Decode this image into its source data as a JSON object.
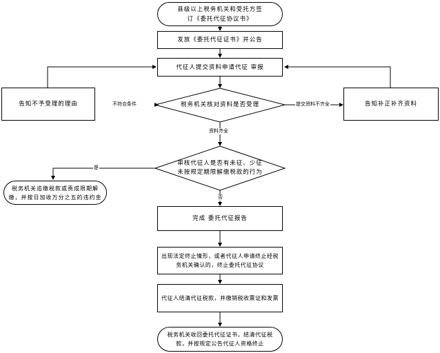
{
  "flowchart": {
    "nodes": {
      "start": "县级以上税务机关和受托方签订《委托代征协议书》",
      "issue_certificate": "发放《委托代征证书》并公告",
      "submit_materials": "代征人提交资料申请代征 审报",
      "review_decision": "税务机关核对资料是否受理",
      "notify_rejection": "告知不予受理的理由",
      "notify_supplement": "告知补正补齐资料",
      "check_violation": "审核代征人是否有未征、少征未按规定期限解缴税款的行为",
      "penalty": "税务机关追缴税款或责成限期解缴，并按日加收万分之五的违约金",
      "complete_report": "完成 委托代征报告",
      "terminate_agreement": "出现法定终止情形，或者代征人申请终止经税务机关确认的，终止委托代征协议",
      "settle_taxes": "代征人结清代征税款，并缴销税收票证和发票",
      "end": "税务机关收回委托代征证书，结清代征税款，并按规定公告代征人资格终止"
    },
    "edge_labels": {
      "not_qualified": "不符合条件",
      "incomplete": "提交资料不齐全",
      "complete": "资料齐全",
      "yes": "是",
      "no": "否"
    }
  }
}
